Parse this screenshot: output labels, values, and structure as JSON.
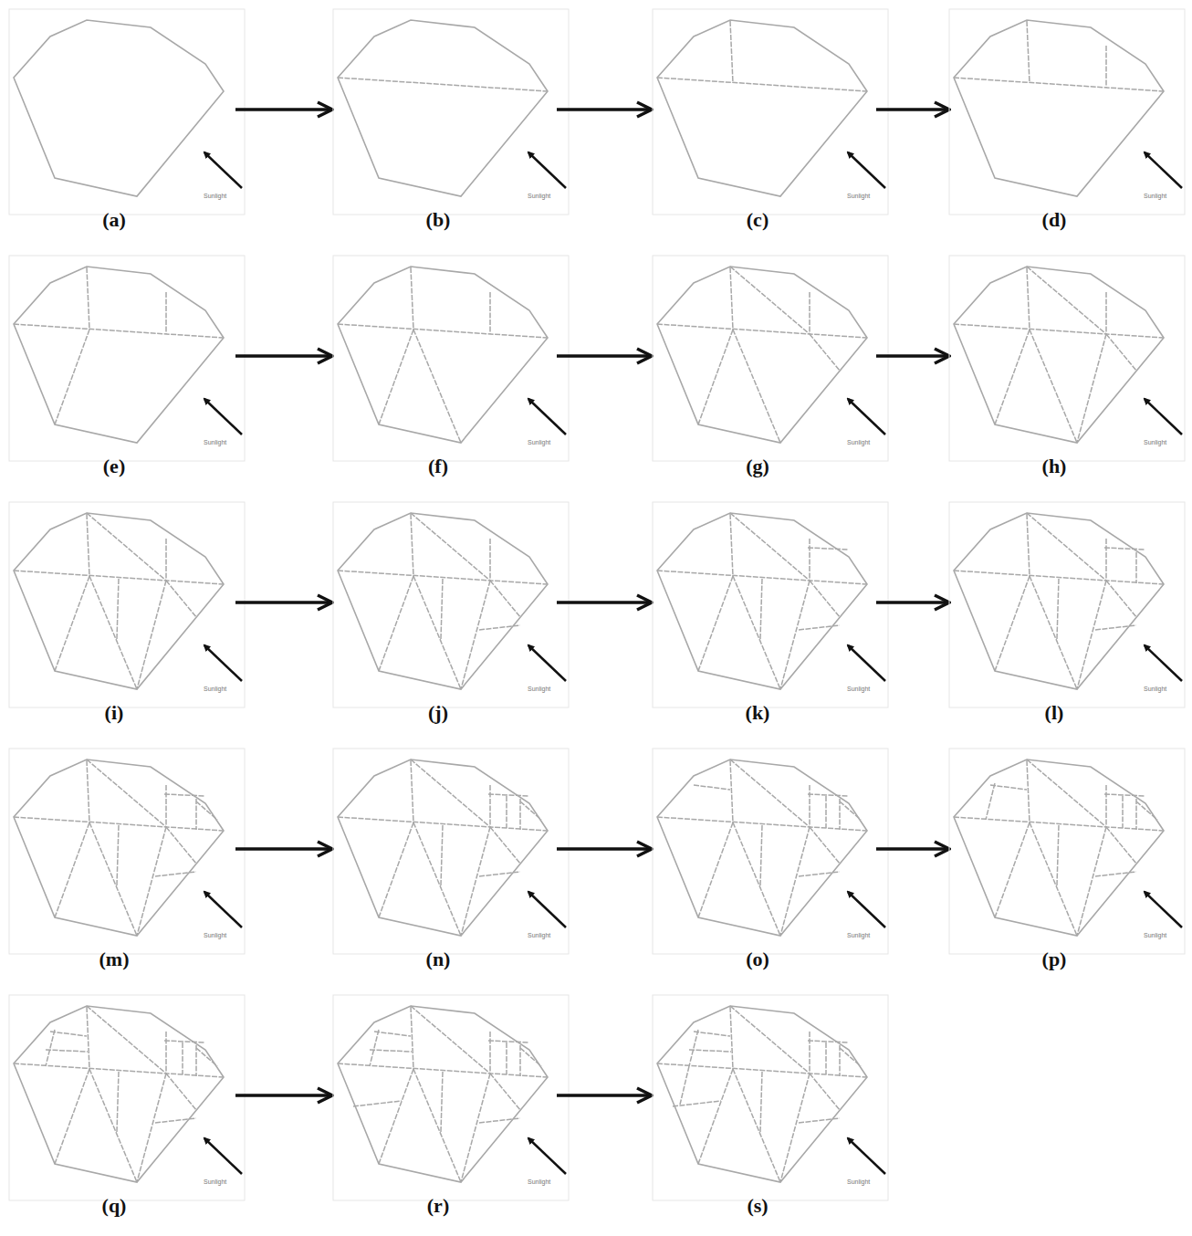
{
  "diagram": {
    "labels": [
      "Sunlight",
      "(a)",
      "Sunlight",
      "(b)",
      "Sunlight",
      "(c)",
      "Sunlight",
      "(d)",
      "Sunlight",
      "(e)",
      "Sunlight",
      "(f)",
      "Sunlight",
      "(g)",
      "Sunlight",
      "(h)",
      "Sunlight",
      "(i)",
      "Sunlight",
      "(j)",
      "Sunlight",
      "(k)",
      "Sunlight",
      "(l)",
      "Sunlight",
      "(m)",
      "Sunlight",
      "(n)",
      "Sunlight",
      "(o)",
      "Sunlight",
      "(p)",
      "Sunlight",
      "(q)",
      "Sunlight",
      "(r)",
      "Sunlight",
      "(s)"
    ]
  }
}
